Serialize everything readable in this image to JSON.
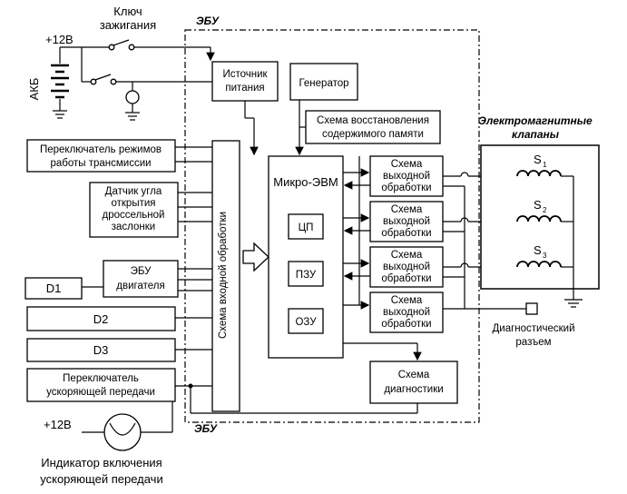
{
  "battery": {
    "label": "АКБ",
    "voltage": "+12В"
  },
  "ignition": {
    "line1": "Ключ",
    "line2": "зажигания"
  },
  "ecu": {
    "label": "ЭБУ"
  },
  "power_supply": {
    "line1": "Источник",
    "line2": "питания"
  },
  "generator": {
    "label": "Генератор"
  },
  "memory_restore": {
    "line1": "Схема восстановления",
    "line2": "содержимого памяти"
  },
  "mode_switch": {
    "line1": "Переключатель режимов",
    "line2": "работы трансмиссии"
  },
  "throttle_sensor": {
    "line1": "Датчик угла",
    "line2": "открытия",
    "line3": "дроссельной",
    "line4": "заслонки"
  },
  "engine_ecu": {
    "line1": "ЭБУ",
    "line2": "двигателя"
  },
  "input_processing": {
    "label": "Схема входной обработки"
  },
  "d1": "D1",
  "d2": "D2",
  "d3": "D3",
  "overdrive_switch": {
    "line1": "Переключатель",
    "line2": "ускоряющей передачи"
  },
  "overdrive_voltage": "+12В",
  "overdrive_indicator": {
    "line1": "Индикатор включения",
    "line2": "ускоряющей передачи"
  },
  "micro_computer": {
    "label": "Микро-ЭВМ",
    "cpu": "ЦП",
    "rom": "ПЗУ",
    "ram": "ОЗУ"
  },
  "output_stages": [
    {
      "line1": "Схема",
      "line2": "выходной",
      "line3": "обработки"
    },
    {
      "line1": "Схема",
      "line2": "выходной",
      "line3": "обработки"
    },
    {
      "line1": "Схема",
      "line2": "выходной",
      "line3": "обработки"
    },
    {
      "line1": "Схема",
      "line2": "выходной",
      "line3": "обработки"
    }
  ],
  "diagnostics_circuit": {
    "line1": "Схема",
    "line2": "диагностики"
  },
  "solenoids": {
    "line1": "Электромагнитные",
    "line2": "клапаны",
    "s1": "S",
    "s1_sub": "1",
    "s2": "S",
    "s2_sub": "2",
    "s3": "S",
    "s3_sub": "3"
  },
  "diag_connector": {
    "line1": "Диагностический",
    "line2": "разъем"
  }
}
